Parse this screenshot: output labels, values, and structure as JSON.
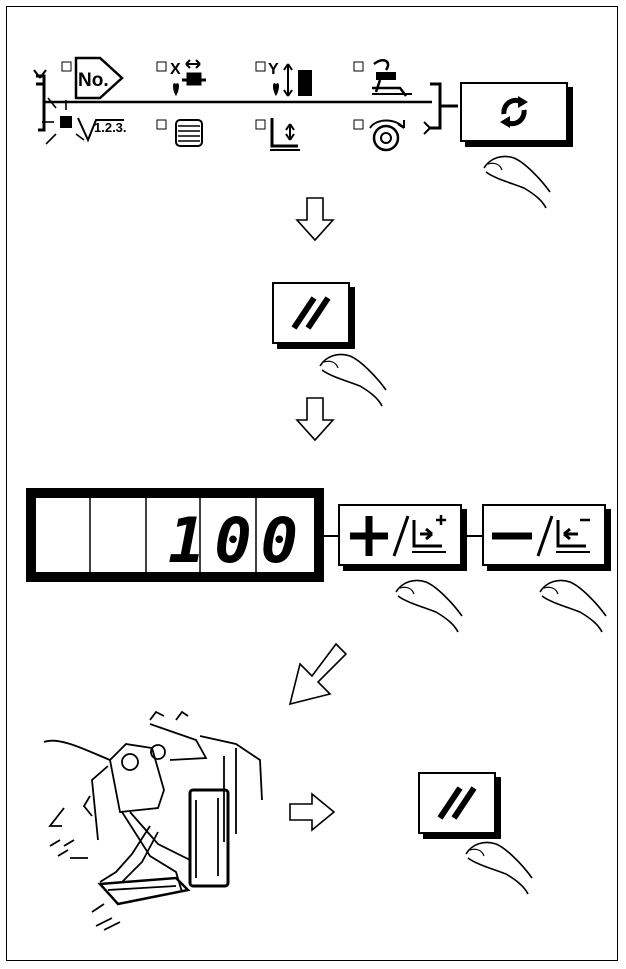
{
  "panel": {
    "no_label": "No.",
    "steps_label": "1.2.3.",
    "x_label": "X",
    "y_label": "Y",
    "icons": [
      "program-number-icon",
      "step-icon",
      "x-scale-icon",
      "bobbin-counter-icon",
      "y-scale-icon",
      "presser-height-icon",
      "threader-icon",
      "speed-icon"
    ]
  },
  "display": {
    "value": "100"
  },
  "keys": {
    "mode": "mode-key",
    "reset": "reset-key",
    "plus": "plus-key",
    "minus": "minus-key"
  },
  "arrows": [
    "down",
    "down",
    "down-left",
    "right"
  ]
}
